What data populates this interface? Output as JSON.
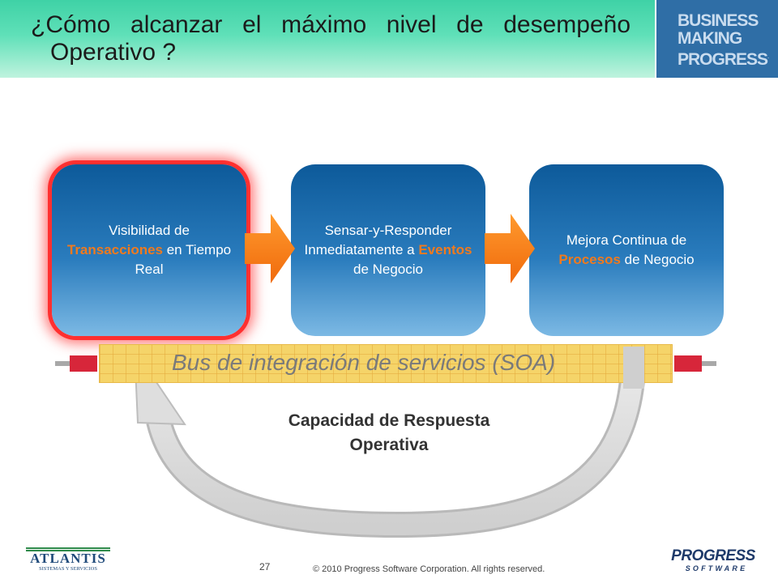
{
  "slide": {
    "title_line1": "¿Cómo alcanzar el máximo nivel de desempeño",
    "title_line2": "Operativo ?",
    "brand": {
      "line1": "BUSINESS",
      "line2": "MAKING",
      "line3": "PROGRESS",
      "tm": "."
    },
    "boxes": [
      {
        "pre": "Visibilidad de ",
        "highlight": "Transacciones",
        "post": " en Tiempo Real"
      },
      {
        "pre": "Sensar-y-Responder Inmediatamente a ",
        "highlight": "Eventos",
        "post": " de Negocio"
      },
      {
        "pre": "Mejora Continua de ",
        "highlight": "Procesos",
        "post": " de Negocio"
      }
    ],
    "bus_label": "Bus de integración de servicios (SOA)",
    "capacity_label": "Capacidad de Respuesta Operativa",
    "footer": {
      "page_number": "27",
      "copyright": "© 2010 Progress Software Corporation. All rights reserved.",
      "left_logo_name": "ATLANTIS",
      "left_logo_sub": "SISTEMAS Y SERVICIOS",
      "right_logo_name": "PROGRESS",
      "right_logo_sub": "SOFTWARE"
    }
  },
  "colors": {
    "header_green": "#3fd2a6",
    "brand_blue": "#2f6ea6",
    "box_blue": "#2a7cbd",
    "highlight_orange": "#f07a1e",
    "arrow_orange": "#f57f17",
    "bus_yellow": "#f5d469",
    "bus_end_red": "#d7263a",
    "selection_glow": "#ff3030"
  }
}
